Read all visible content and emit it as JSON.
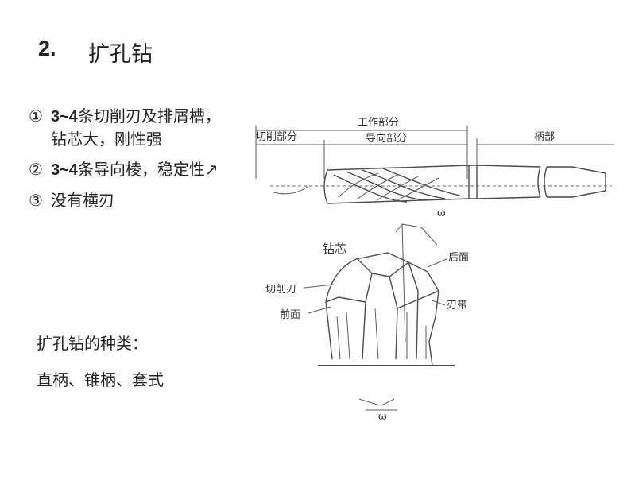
{
  "heading": {
    "number": "2.",
    "text": "扩孔钻"
  },
  "features": [
    {
      "marker": "①",
      "lead": "3~4",
      "text": "条切削刃及排屑槽，钻芯大，刚性强"
    },
    {
      "marker": "②",
      "lead": "3~4",
      "text": "条导向棱，稳定性↗"
    },
    {
      "marker": "③",
      "lead": "",
      "text": "没有横刃"
    }
  ],
  "types": {
    "label": "扩孔钻的种类：",
    "list": "直柄、锥柄、套式"
  },
  "diagram": {
    "top_view": {
      "working_part": "工作部分",
      "cutting_part": "切削部分",
      "guiding_part": "导向部分",
      "shank": "柄部",
      "angle_label": "ω"
    },
    "tip_view": {
      "core": "钻芯",
      "flank": "后面",
      "cutting_edge": "切削刃",
      "margin": "刃带",
      "rake_face": "前面",
      "angle_label": "ω"
    }
  }
}
